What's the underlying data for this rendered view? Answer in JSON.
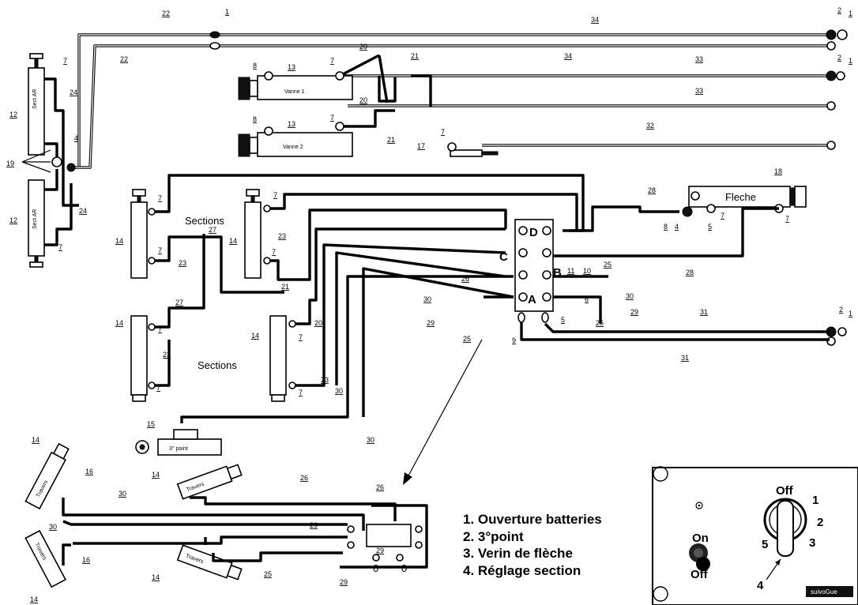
{
  "labels": {
    "sections_top": "Sections",
    "sections_bottom": "Sections",
    "fleche": "Fleche",
    "troisieme_point": "3° point",
    "travers_a": "Travers",
    "travers_b": "Travers",
    "travers_c": "Travers",
    "travers_d": "Travers",
    "vanne_a": "Vanne 1",
    "vanne_b": "Vanne 2",
    "boom_a": "Sect AR",
    "boom_b": "Sect AR"
  },
  "valve_block": {
    "port_a": "A",
    "port_b": "B",
    "port_c": "C",
    "port_d": "D"
  },
  "lower_valve": {
    "port_left": "0",
    "port_right": "0"
  },
  "legend": {
    "items": [
      "1. Ouverture batteries",
      "2. 3°point",
      "3. Verin de flèche",
      "4. Réglage section"
    ]
  },
  "control_box": {
    "toggle_on": "On",
    "toggle_off": "Off",
    "rotary_off": "Off",
    "pos_1": "1",
    "pos_2": "2",
    "pos_3": "3",
    "pos_4": "4",
    "pos_5": "5",
    "brand": "suivoGue"
  }
}
